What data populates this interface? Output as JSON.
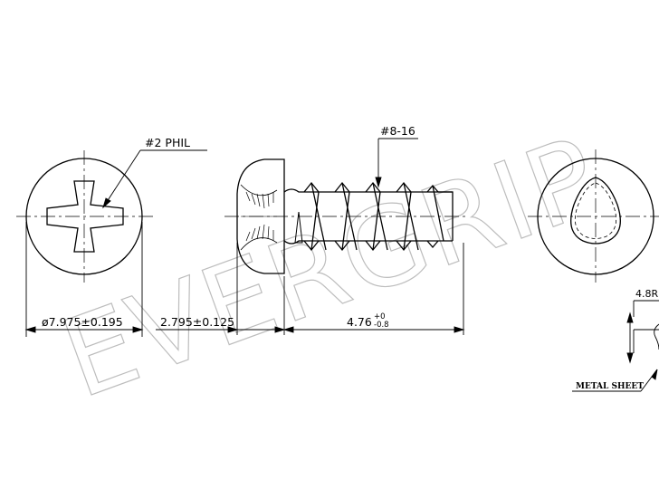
{
  "labels": {
    "drive": "#2 PHIL",
    "thread": "#8-16",
    "head_diameter": "ø7.975±0.195",
    "head_height": "2.795±0.125",
    "length_base": "4.76",
    "length_tol_upper": "+0",
    "length_tol_lower": "-0.8",
    "radius": "4.8R",
    "metal_sheet": "METAL SHEET"
  },
  "watermark": "EVERGRIP",
  "colors": {
    "line": "#000000",
    "watermark": "#bdbdbd"
  }
}
